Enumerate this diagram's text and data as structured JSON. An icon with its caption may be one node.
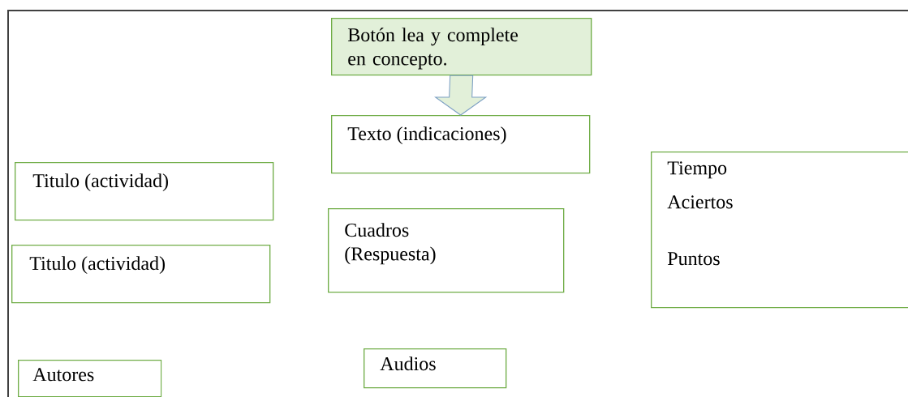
{
  "diagram": {
    "nodes": [
      {
        "text": [
          "Botón lea y complete en concepto."
        ]
      },
      {
        "text": [
          "Texto (indicaciones)"
        ]
      },
      {
        "text": [
          "Titulo (actividad)"
        ]
      },
      {
        "text": [
          "Titulo (actividad)"
        ]
      },
      {
        "text": [
          "Cuadros (Respuesta)"
        ]
      },
      {
        "text": [
          "Tiempo",
          "Aciertos",
          "Puntos"
        ]
      },
      {
        "text": [
          "Autores"
        ]
      },
      {
        "text": [
          "Audios"
        ]
      }
    ],
    "edges": [
      {
        "from": 0,
        "to": 1,
        "arrow": "to"
      }
    ]
  }
}
